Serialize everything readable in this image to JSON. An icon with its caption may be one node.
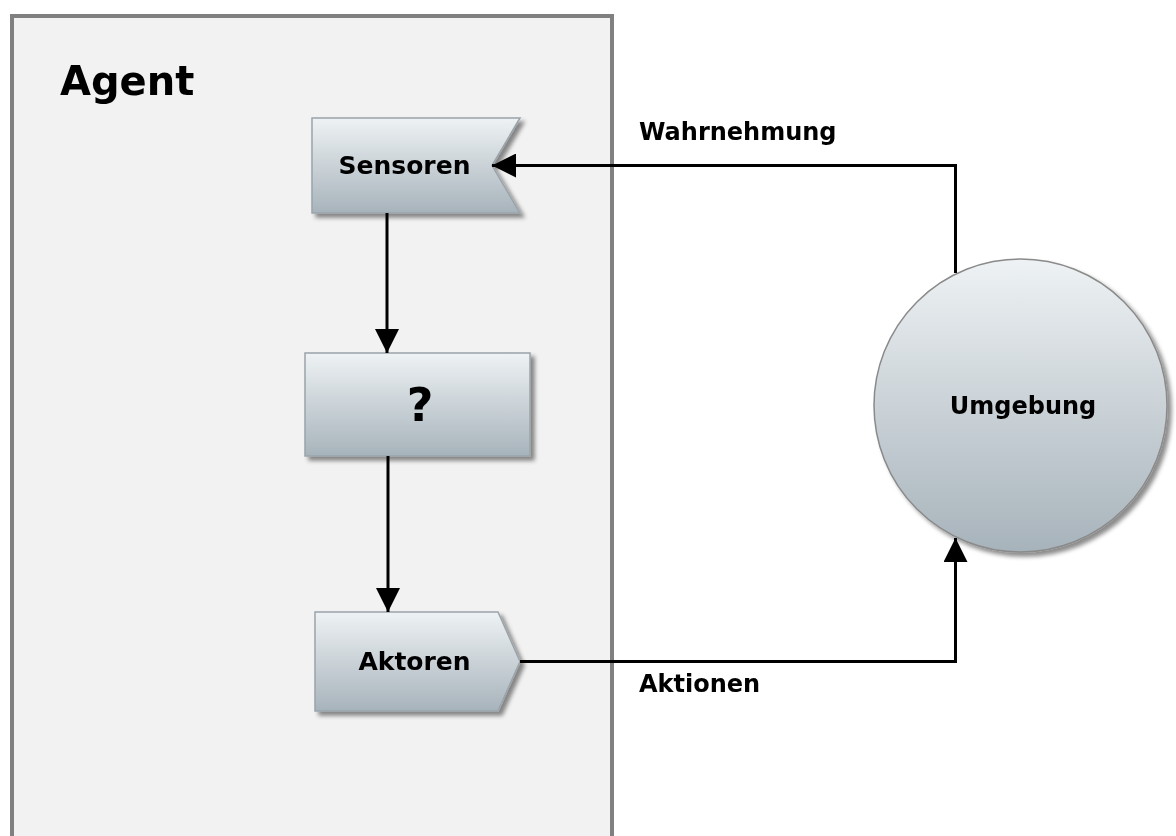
{
  "diagram": {
    "nodes": [
      {
        "text": [
          "Agent"
        ]
      },
      {
        "text": [
          "Sensoren"
        ],
        "in": 0
      },
      {
        "text": [
          "?"
        ],
        "in": 0
      },
      {
        "text": [
          "Aktoren"
        ],
        "in": 0
      },
      {
        "text": [
          "Umgebung"
        ]
      }
    ],
    "edges": [
      {
        "from": 1,
        "to": 2,
        "arrow": "to"
      },
      {
        "from": 2,
        "to": 3,
        "arrow": "to"
      },
      {
        "from": 4,
        "to": 1,
        "arrow": "to",
        "label": "Wahrnehmung"
      },
      {
        "from": 3,
        "to": 4,
        "arrow": "to",
        "label": "Aktionen"
      }
    ]
  }
}
